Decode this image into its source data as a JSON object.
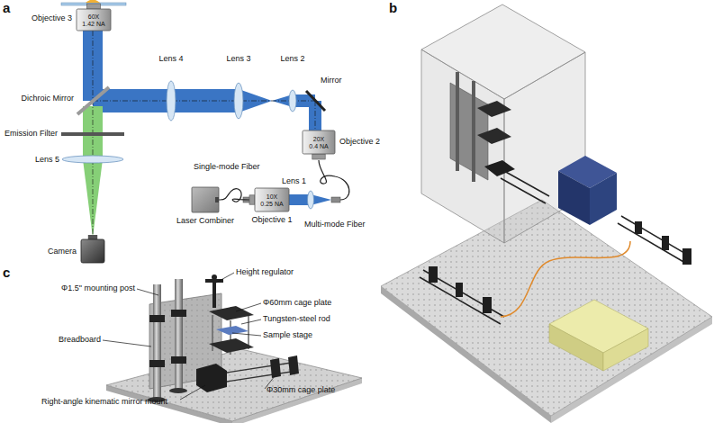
{
  "diagram": {
    "nodes": [
      {
        "text": [
          "Objective 3",
          "60X 1.42 NA"
        ]
      },
      {
        "text": [
          "Objective 2",
          "20X 0.4 NA"
        ]
      },
      {
        "text": [
          "Laser Combiner"
        ]
      },
      {
        "text": [
          "Objective 1",
          "10X 0.25 NA"
        ]
      },
      {
        "text": [
          "Camera"
        ]
      }
    ],
    "edges": [
      {
        "from": 2,
        "to": 3,
        "arrow": "none"
      }
    ],
    "labels": [
      "a",
      "b",
      "c",
      "Dichroic Mirror",
      "Emission Filter",
      "Lens 5",
      "Lens 4",
      "Lens 3",
      "Lens 2",
      "Mirror",
      "Single-mode Fiber",
      "Lens 1",
      "Multi-mode Fiber",
      "Height regulator",
      "Φ1.5\" mounting post",
      "Φ60mm cage plate",
      "Tungsten-steel rod",
      "Sample stage",
      "Breadboard",
      "Φ30mm cage plate",
      "Right-angle kinematic mirror mount"
    ]
  }
}
